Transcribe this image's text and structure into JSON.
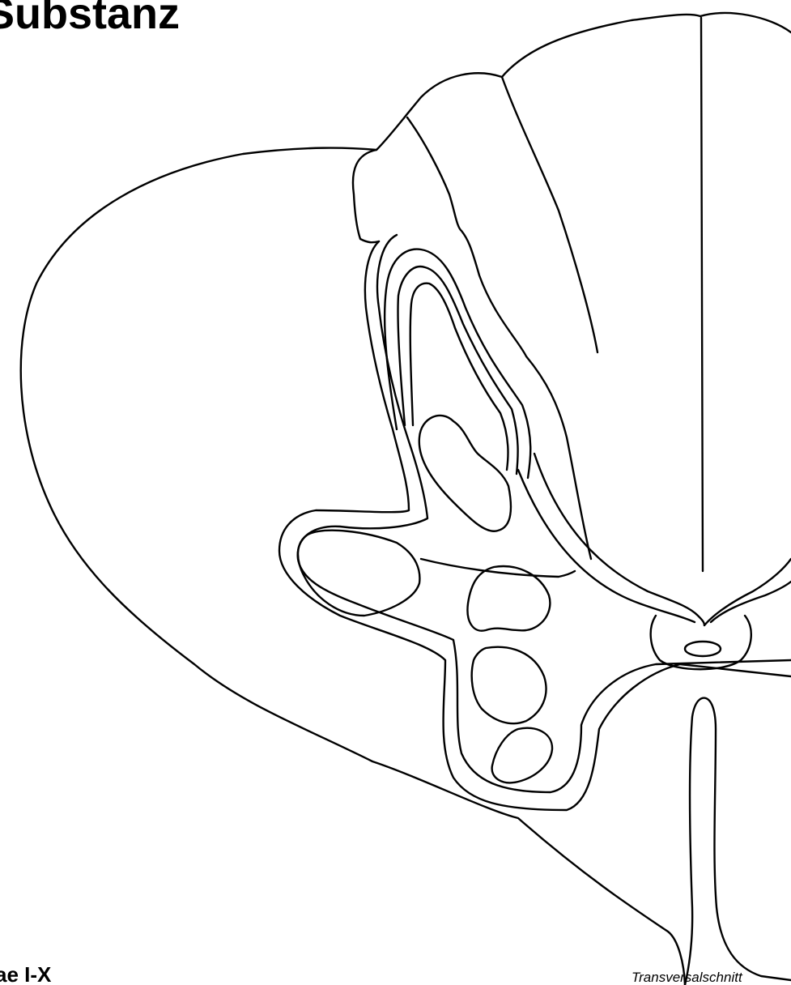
{
  "title": "Substanz",
  "lamina_label": "ae I-X",
  "caption": "Transversalschnitt",
  "colors": {
    "line": "#000000",
    "background": "#ffffff"
  }
}
